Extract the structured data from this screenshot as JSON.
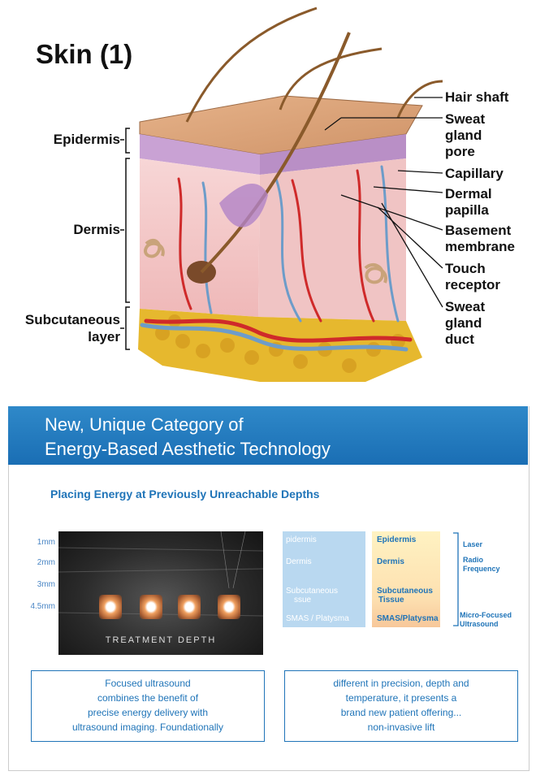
{
  "skin": {
    "title": "Skin (1)",
    "left_labels": {
      "epidermis": "Epidermis",
      "dermis": "Dermis",
      "subcutaneous_line1": "Subcutaneous",
      "subcutaneous_line2": "layer"
    },
    "right_labels": {
      "hair_shaft": "Hair shaft",
      "sweat_gland_pore": [
        "Sweat",
        "gland",
        "pore"
      ],
      "capillary": "Capillary",
      "dermal_papilla": [
        "Dermal",
        "papilla"
      ],
      "basement_membrane": [
        "Basement",
        "membrane"
      ],
      "touch_receptor": [
        "Touch",
        "receptor"
      ],
      "sweat_gland_duct": [
        "Sweat",
        "gland",
        "duct"
      ]
    },
    "colors": {
      "epidermis": "#d8a57c",
      "stratum_purple": "#b59bc9",
      "dermis": "#f4c9c9",
      "fat": "#e6b82e",
      "artery": "#cf2a2a",
      "vein": "#6d9cc9",
      "hair": "#8a5a2b"
    }
  },
  "banner": {
    "line1": "New, Unique Category of",
    "line2": "Energy-Based Aesthetic Technology",
    "color": "#1a6eb4"
  },
  "subheading": "Placing Energy at Previously Unreachable Depths",
  "depth_scale": [
    "1mm",
    "2mm",
    "3mm",
    "4.5mm"
  ],
  "ultrasound": {
    "caption": "TREATMENT DEPTH",
    "focal_points": 4
  },
  "comparison": {
    "col1": [
      "pidermis",
      "Dermis",
      "Subcutaneous",
      "ssue",
      "SMAS / Platysma"
    ],
    "col2": [
      "Epidermis",
      "Dermis",
      "Subcutaneous",
      "Tissue",
      "SMAS/Platysma"
    ],
    "col3": [
      "Laser",
      "Radio",
      "Frequency",
      "Micro-Focused",
      "Ultrasound"
    ]
  },
  "box1": [
    "Focused ultrasound",
    "combines the benefit of",
    "precise energy delivery with",
    "ultrasound imaging. Foundationally"
  ],
  "box2": [
    "different in precision, depth and",
    "temperature, it presents a",
    "brand new patient offering...",
    "non-invasive lift"
  ]
}
